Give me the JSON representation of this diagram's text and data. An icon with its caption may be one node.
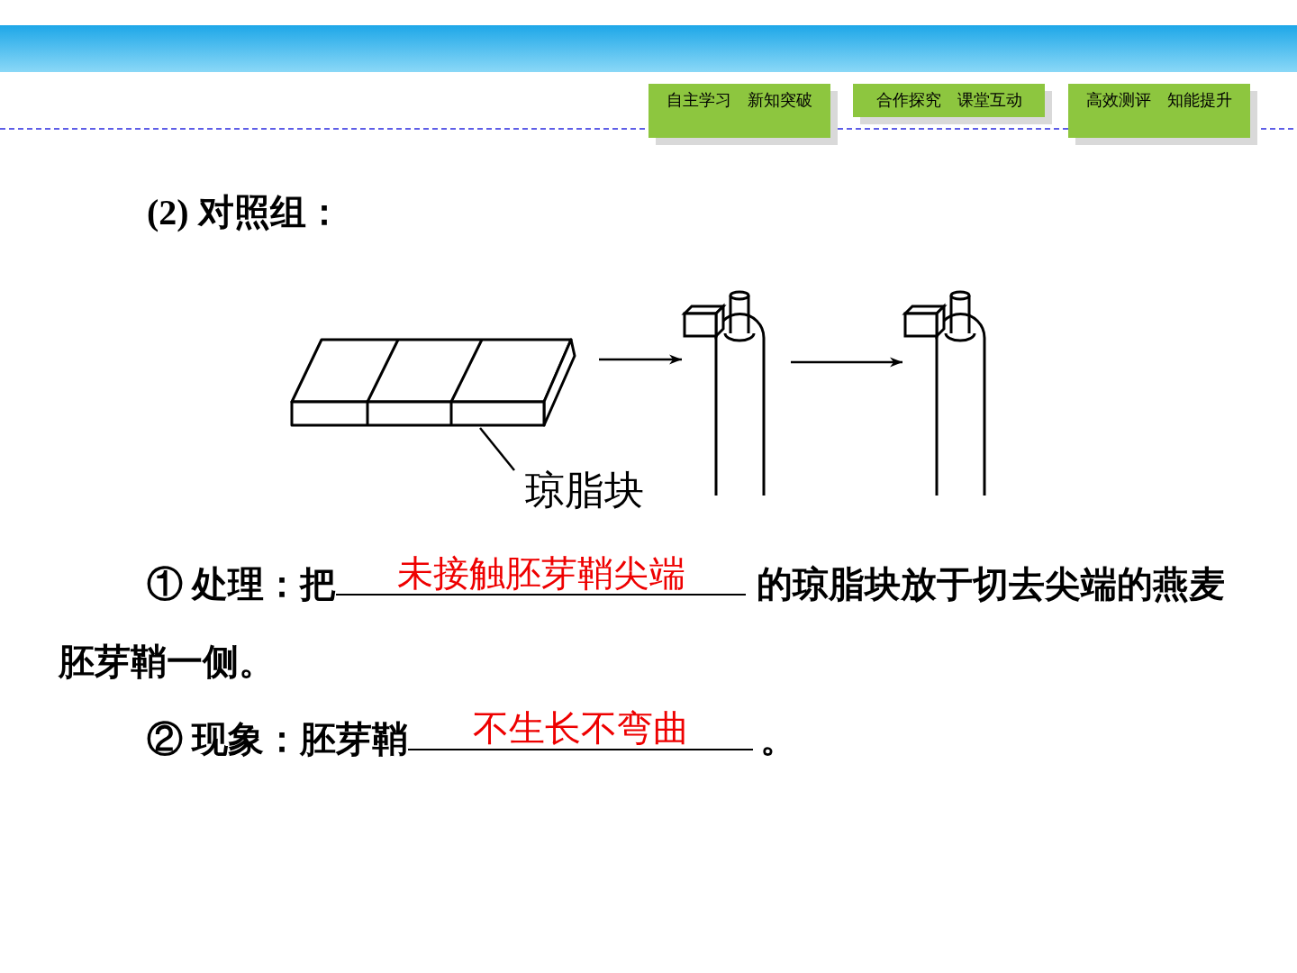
{
  "diagram": {
    "nodes": [
      {
        "text": [],
        "shape": "box"
      },
      {
        "text": [],
        "shape": "picture"
      },
      {
        "text": [],
        "shape": "picture"
      },
      {
        "text": [
          "琼脂块"
        ]
      }
    ],
    "edges": [
      {
        "from": 0,
        "to": 1,
        "arrow": "to"
      },
      {
        "from": 1,
        "to": 2,
        "arrow": "to"
      },
      {
        "from": 3,
        "to": 0,
        "arrow": "none"
      }
    ],
    "labels": [
      "自主学习　新知突破",
      "合作探究　课堂互动",
      "高效测评　知能提升",
      "(2) 对照组：",
      "① 处理：把",
      "未接触胚芽鞘尖端",
      "的琼脂块放于切去尖端的燕麦胚芽鞘一侧。",
      "② 现象：胚芽鞘",
      "不生长不弯曲",
      "。"
    ]
  }
}
